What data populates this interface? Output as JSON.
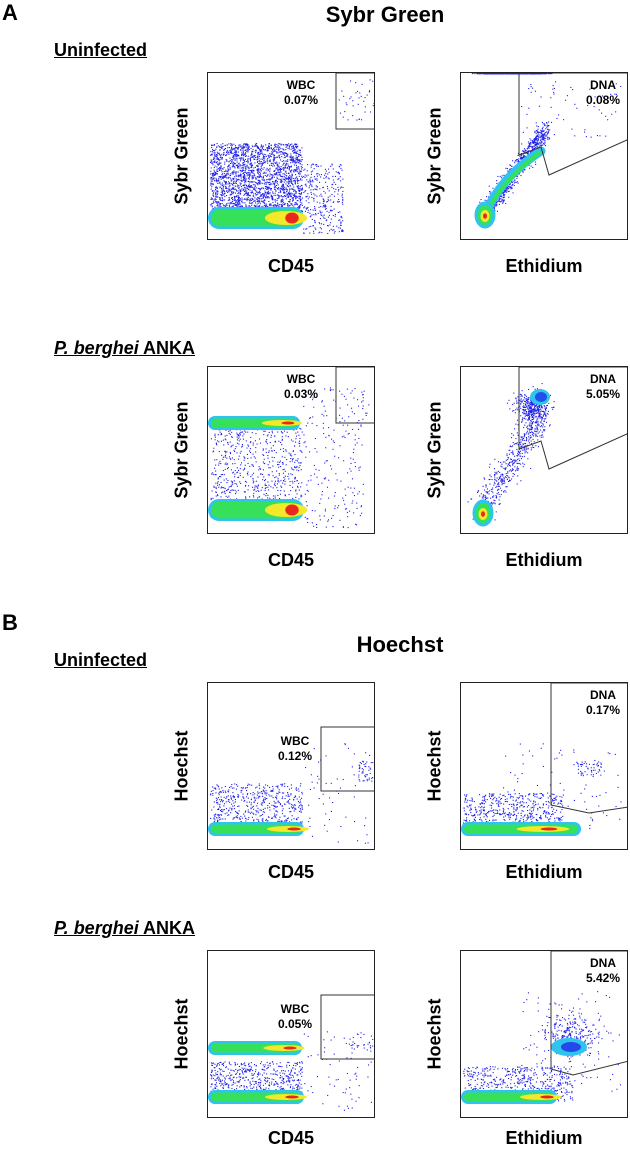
{
  "figure": {
    "panel_a_letter": "A",
    "panel_b_letter": "B",
    "section_a_title": "Sybr Green",
    "section_b_title": "Hoechst"
  },
  "conditions": {
    "uninfected": "Uninfected",
    "infected_species": "P. berghei",
    "infected_strain": " ANKA"
  },
  "colors": {
    "sparse_dot": "#2020e8",
    "low": "#2ec4ee",
    "mid": "#36e05a",
    "high": "#f4e82a",
    "peak": "#e8281c",
    "gate_line": "#333333"
  },
  "chart_data": [
    {
      "type": "scatter",
      "id": "a-uninf-cd45",
      "panel": "A",
      "condition": "Uninfected",
      "xlabel": "CD45",
      "ylabel": "Sybr Green",
      "gate_name": "WBC",
      "gate_value": "0.07%"
    },
    {
      "type": "scatter",
      "id": "a-uninf-eth",
      "panel": "A",
      "condition": "Uninfected",
      "xlabel": "Ethidium",
      "ylabel": "Sybr Green",
      "gate_name": "DNA",
      "gate_value": "0.08%"
    },
    {
      "type": "scatter",
      "id": "a-inf-cd45",
      "panel": "A",
      "condition": "P. berghei ANKA",
      "xlabel": "CD45",
      "ylabel": "Sybr Green",
      "gate_name": "WBC",
      "gate_value": "0.03%"
    },
    {
      "type": "scatter",
      "id": "a-inf-eth",
      "panel": "A",
      "condition": "P. berghei ANKA",
      "xlabel": "Ethidium",
      "ylabel": "Sybr Green",
      "gate_name": "DNA",
      "gate_value": "5.05%"
    },
    {
      "type": "scatter",
      "id": "b-uninf-cd45",
      "panel": "B",
      "condition": "Uninfected",
      "xlabel": "CD45",
      "ylabel": "Hoechst",
      "gate_name": "WBC",
      "gate_value": "0.12%"
    },
    {
      "type": "scatter",
      "id": "b-uninf-eth",
      "panel": "B",
      "condition": "Uninfected",
      "xlabel": "Ethidium",
      "ylabel": "Hoechst",
      "gate_name": "DNA",
      "gate_value": "0.17%"
    },
    {
      "type": "scatter",
      "id": "b-inf-cd45",
      "panel": "B",
      "condition": "P. berghei ANKA",
      "xlabel": "CD45",
      "ylabel": "Hoechst",
      "gate_name": "WBC",
      "gate_value": "0.05%"
    },
    {
      "type": "scatter",
      "id": "b-inf-eth",
      "panel": "B",
      "condition": "P. berghei ANKA",
      "xlabel": "Ethidium",
      "ylabel": "Hoechst",
      "gate_name": "DNA",
      "gate_value": "5.42%"
    }
  ]
}
